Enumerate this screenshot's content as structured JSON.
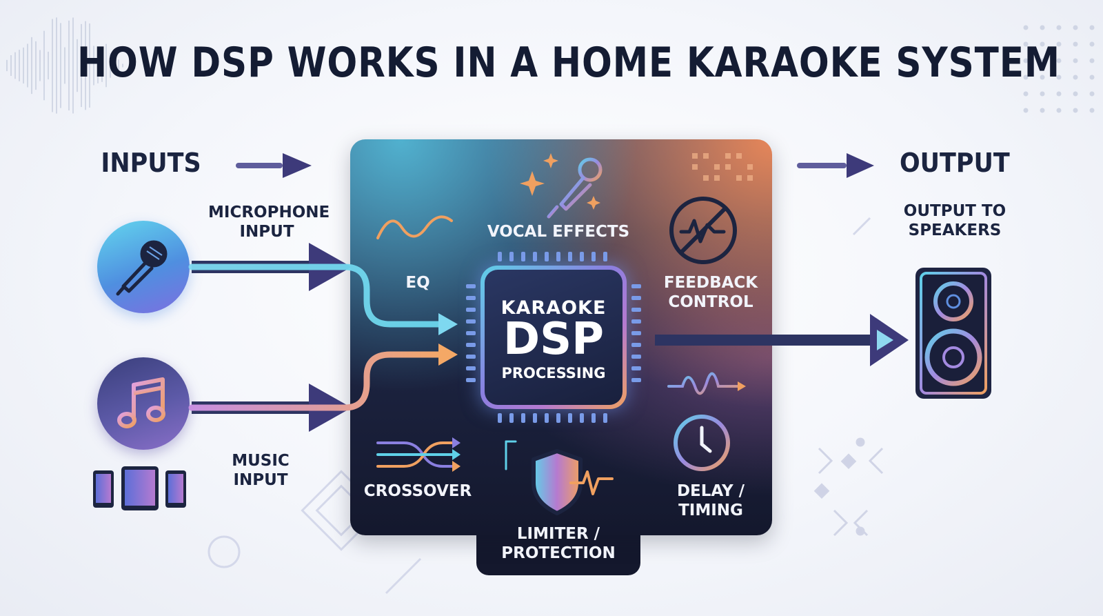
{
  "title": "HOW DSP WORKS IN A HOME KARAOKE SYSTEM",
  "inputs": {
    "heading": "INPUTS",
    "microphone": {
      "label_line1": "MICROPHONE",
      "label_line2": "INPUT",
      "icon": "microphone-icon"
    },
    "music": {
      "label_line1": "MUSIC",
      "label_line2": "INPUT",
      "icon": "music-note-icon"
    }
  },
  "output": {
    "heading": "OUTPUT",
    "label_line1": "OUTPUT TO",
    "label_line2": "SPEAKERS",
    "icon": "speaker-icon"
  },
  "dsp": {
    "chip_line1": "KARAOKE",
    "chip_line2": "DSP",
    "chip_line3": "PROCESSING"
  },
  "modules": {
    "eq": {
      "label": "EQ",
      "icon": "equalizer-icon"
    },
    "vocal_effects": {
      "label": "VOCAL EFFECTS",
      "icon": "sparkle-microphone-icon"
    },
    "feedback": {
      "label_line1": "FEEDBACK",
      "label_line2": "CONTROL",
      "icon": "no-feedback-icon"
    },
    "crossover": {
      "label": "CROSSOVER",
      "icon": "crossover-icon"
    },
    "limiter": {
      "label_line1": "LIMITER /",
      "label_line2": "PROTECTION",
      "icon": "shield-icon"
    },
    "delay": {
      "label_line1": "DELAY /",
      "label_line2": "TIMING",
      "icon": "clock-icon"
    }
  },
  "colors": {
    "title": "#141c33",
    "mic_path": "#5fd0e8",
    "music_path": "#f0a060",
    "arrow_dark": "#3d3a7a",
    "panel_dark": "#14182d"
  }
}
